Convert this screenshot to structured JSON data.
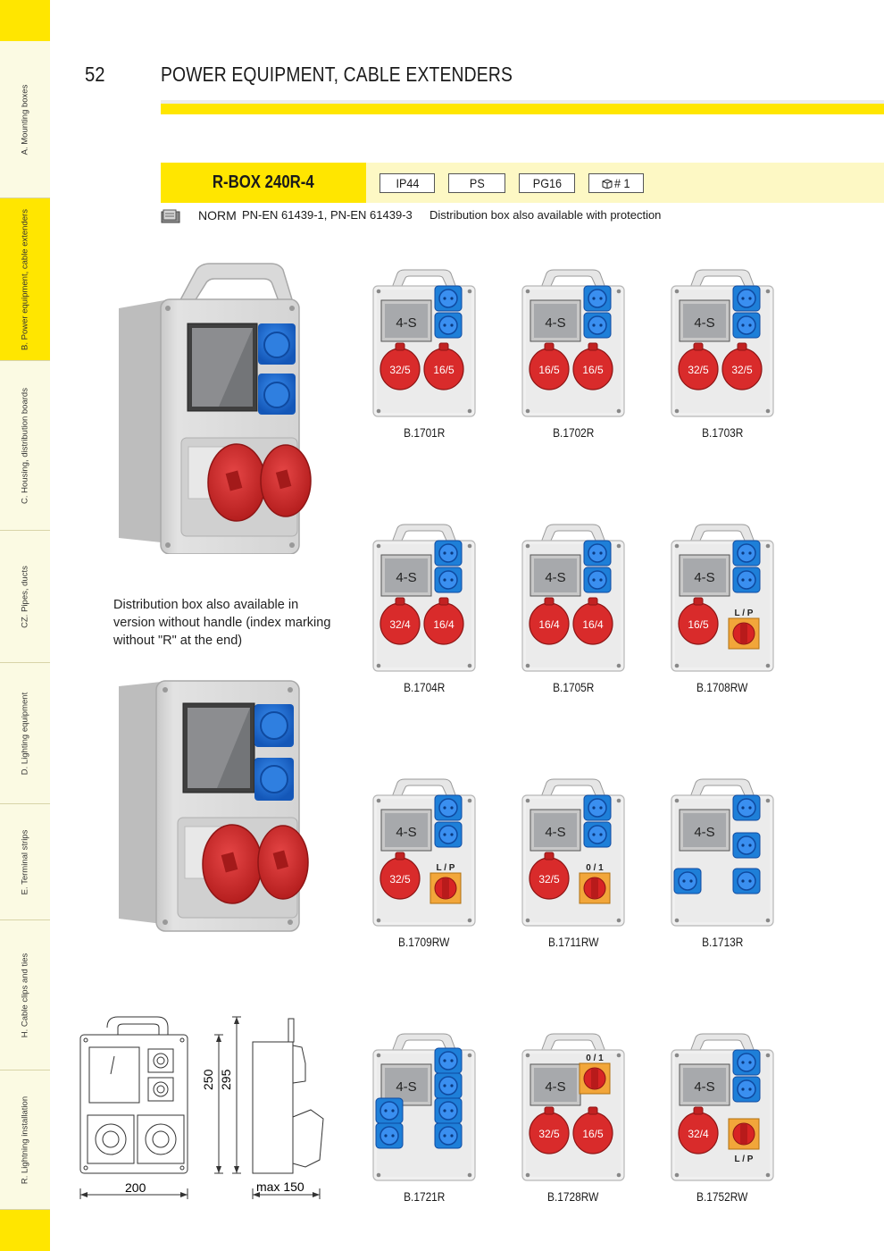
{
  "sidebar": {
    "tabs": [
      {
        "label": "A. Mounting boxes"
      },
      {
        "label": "B. Power equipment, cable extenders"
      },
      {
        "label": "C. Housing, distribution boards"
      },
      {
        "label": "CZ. Pipes, ducts"
      },
      {
        "label": "D. Lighting equipment"
      },
      {
        "label": "E. Terminal strips"
      },
      {
        "label": "H. Cable clips and ties"
      },
      {
        "label": "R. Lightning installation"
      }
    ]
  },
  "header": {
    "page_number": "52",
    "title": "POWER EQUIPMENT, CABLE EXTENDERS"
  },
  "product": {
    "name": "R-BOX 240R-4",
    "badges": [
      "IP44",
      "PS",
      "PG16",
      "# 1"
    ],
    "norm_label": "NORM",
    "standards": "PN-EN 61439-1, PN-EN 61439-3",
    "note": "Distribution box also available with protection"
  },
  "side_note": "Distribution box also available in version without handle (index marking without \"R\" at the end)",
  "switch_labels": {
    "lp": "L / P",
    "zero_one": "0 / 1"
  },
  "breaker_label": "4-S",
  "variants": [
    {
      "code": "B.1701R",
      "red": [
        "32/5",
        "16/5"
      ]
    },
    {
      "code": "B.1702R",
      "red": [
        "16/5",
        "16/5"
      ]
    },
    {
      "code": "B.1703R",
      "red": [
        "32/5",
        "32/5"
      ]
    },
    {
      "code": "B.1704R",
      "red": [
        "32/4",
        "16/4"
      ]
    },
    {
      "code": "B.1705R",
      "red": [
        "16/4",
        "16/4"
      ]
    },
    {
      "code": "B.1708RW",
      "red": [
        "16/5"
      ]
    },
    {
      "code": "B.1709RW",
      "red": [
        "32/5"
      ]
    },
    {
      "code": "B.1711RW",
      "red": [
        "32/5"
      ]
    },
    {
      "code": "B.1713R",
      "red": []
    },
    {
      "code": "B.1721R",
      "red": []
    },
    {
      "code": "B.1728RW",
      "red": [
        "32/5",
        "16/5"
      ]
    },
    {
      "code": "B.1752RW",
      "red": [
        "32/4"
      ]
    }
  ],
  "dimensions": {
    "height_inner": "250",
    "height_total": "295",
    "width": "200",
    "depth": "max 150"
  },
  "colors": {
    "accent_yellow": "#ffe600",
    "socket_blue": "#1e7fd8",
    "socket_red": "#d92b2b",
    "switch_orange": "#f2a63a"
  }
}
